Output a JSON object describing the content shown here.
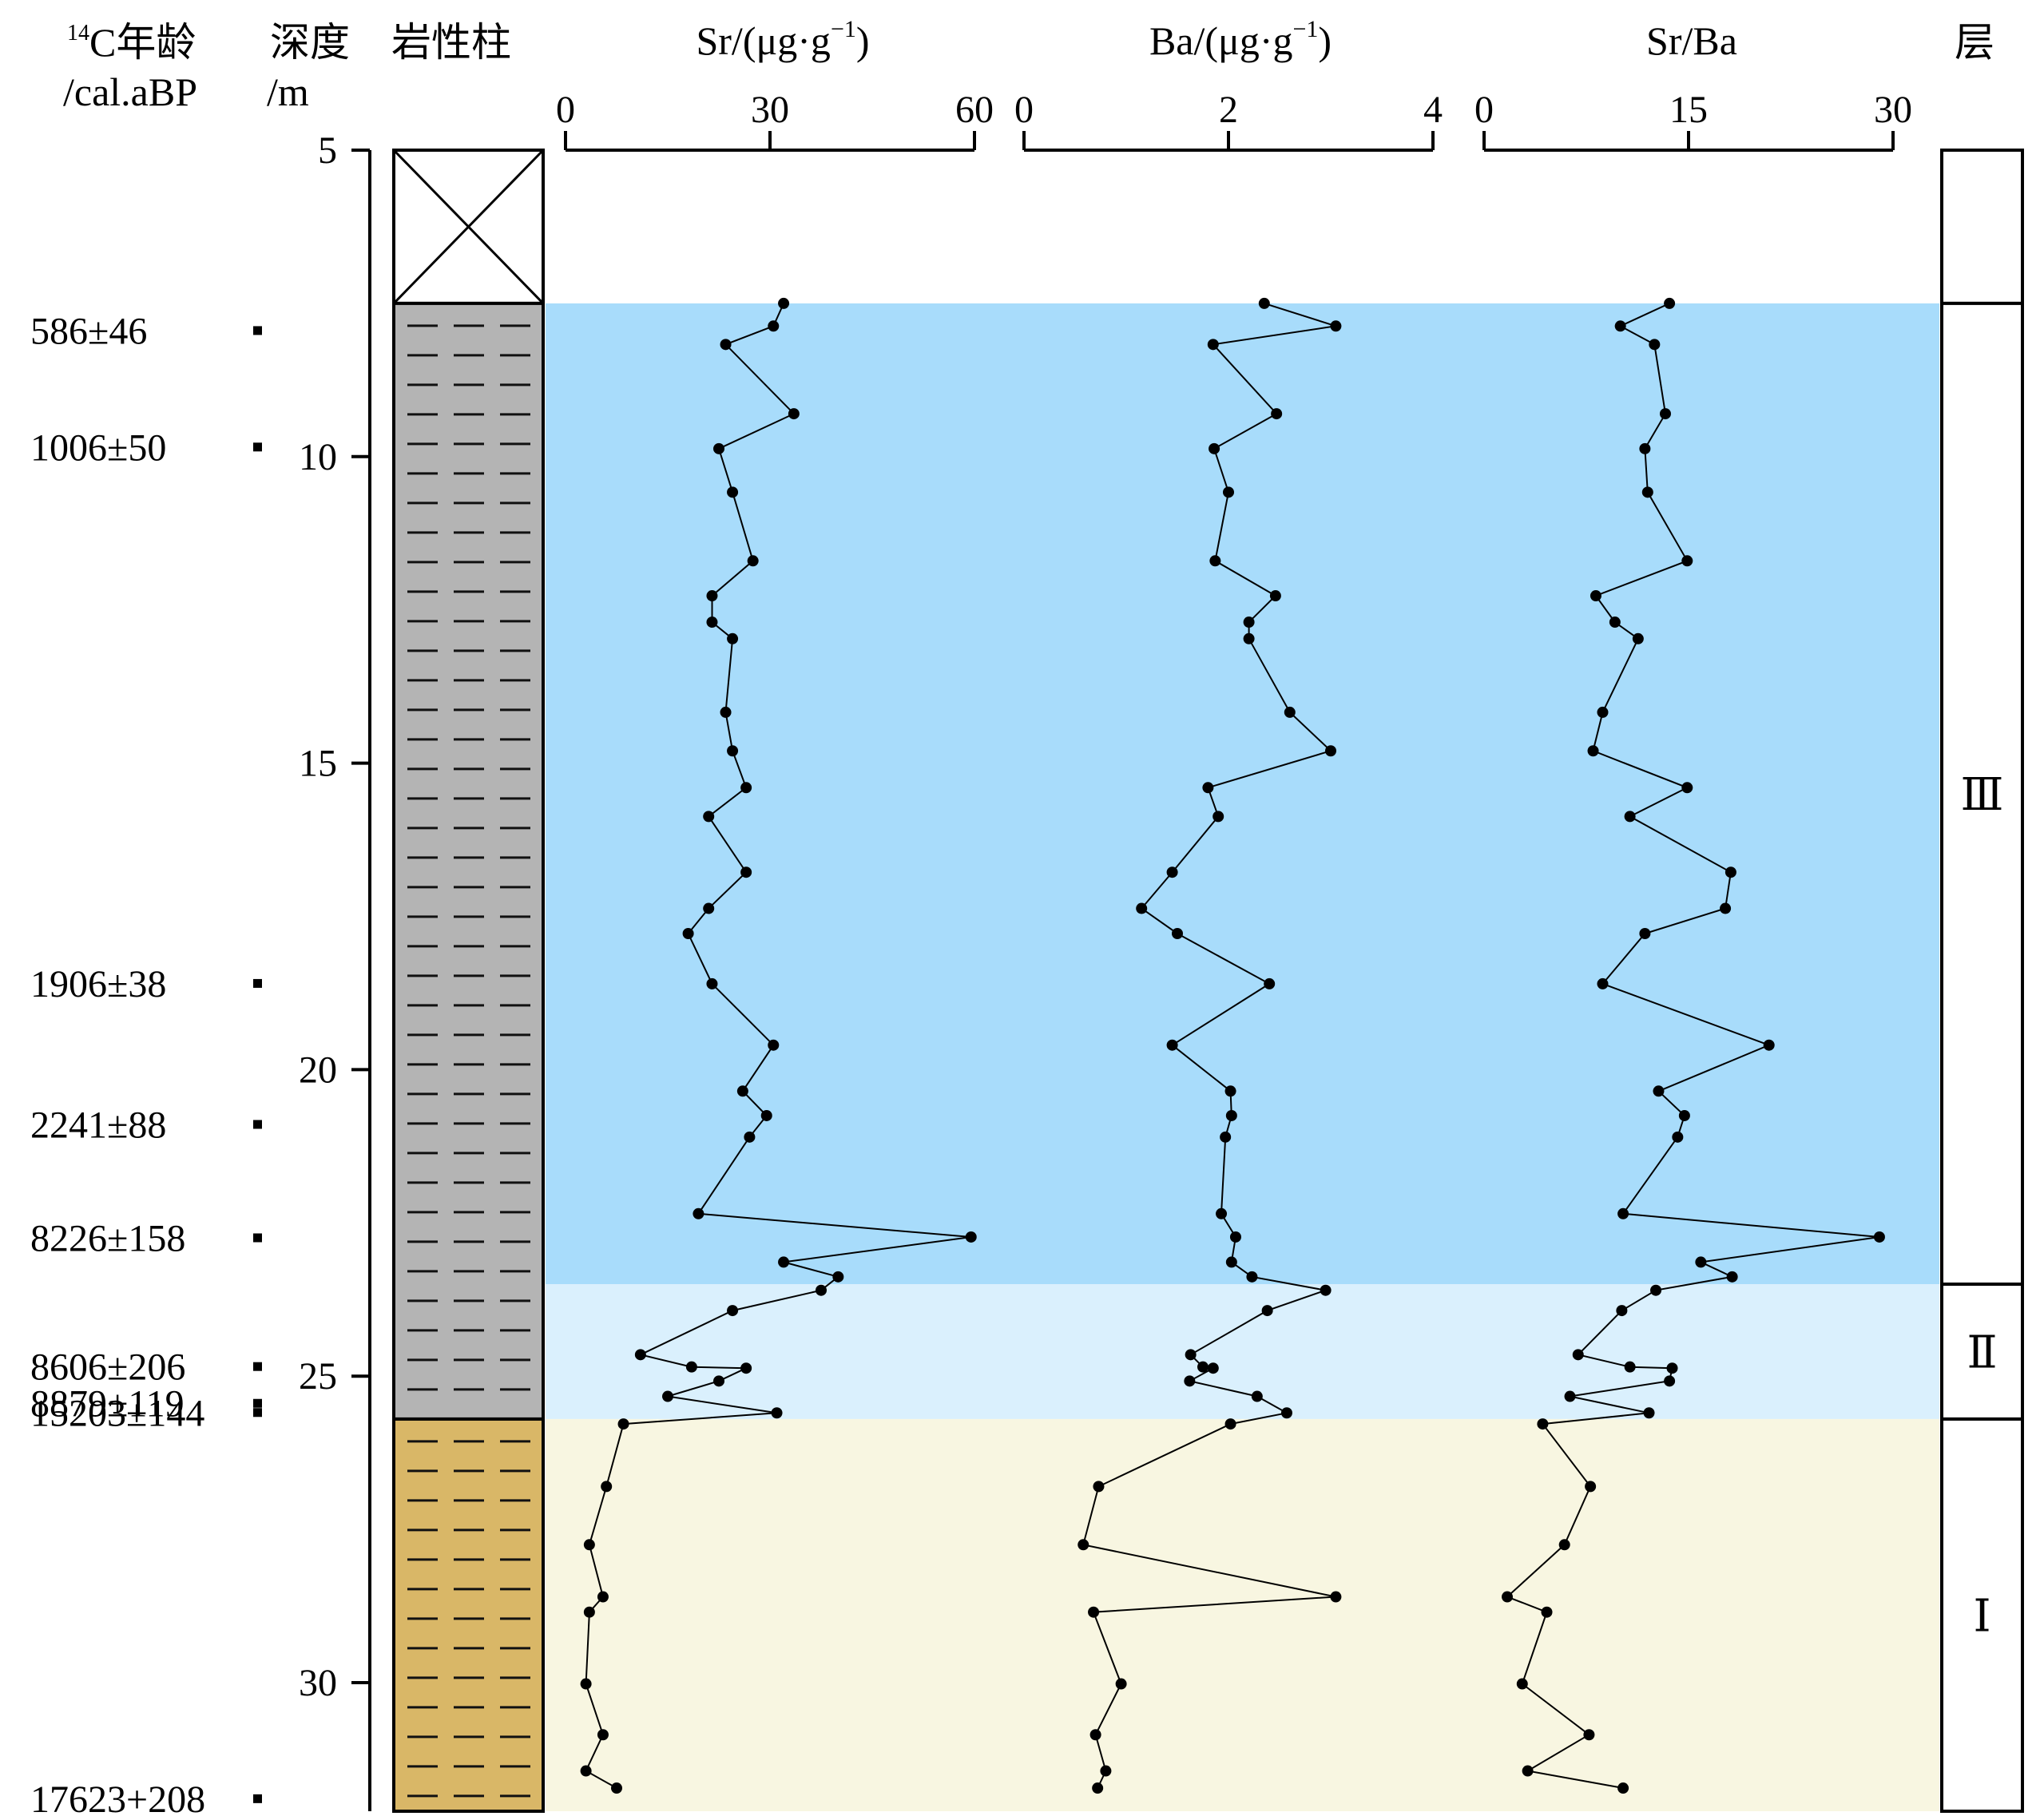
{
  "colors": {
    "unit_III_bg": "#a8dcfb",
    "unit_II_bg": "#daf0fd",
    "unit_I_bg": "#f8f6e1",
    "gray_column": "#b4b4b4",
    "tan_column": "#d9b767",
    "line": "#000000"
  },
  "headers": {
    "age_line1_sup": "14",
    "age_line1": "C年龄",
    "age_line2": "/cal.aBP",
    "depth_line1": "深度",
    "depth_line2": "/m",
    "lithology": "岩性柱",
    "layer": "层"
  },
  "chart_data": {
    "type": "line",
    "depth_axis": {
      "ticks": [
        "5",
        "10",
        "15",
        "20",
        "25",
        "30"
      ],
      "range": [
        5,
        32.1
      ],
      "inverted": true
    },
    "ages": [
      {
        "label": "586±46",
        "depth": 7.95
      },
      {
        "label": "1006±50",
        "depth": 9.85
      },
      {
        "label": "1906±38",
        "depth": 18.6
      },
      {
        "label": "2241±88",
        "depth": 20.9
      },
      {
        "label": "8226±158",
        "depth": 22.75
      },
      {
        "label": "8606±206",
        "depth": 24.85
      },
      {
        "label": "8879±119",
        "depth": 25.45
      },
      {
        "label": "15203±144",
        "depth": 25.6
      },
      {
        "label": "17623+208",
        "depth": 31.9
      }
    ],
    "units": [
      {
        "label": "Ⅲ",
        "top": 7.5,
        "bottom": 23.5
      },
      {
        "label": "Ⅱ",
        "top": 23.5,
        "bottom": 25.7
      },
      {
        "label": "Ⅰ",
        "top": 25.7,
        "bottom": 32.1
      }
    ],
    "lithology": [
      {
        "type": "unsampled",
        "top": 5,
        "bottom": 7.5
      },
      {
        "type": "gray-silty-clay",
        "top": 7.5,
        "bottom": 25.7
      },
      {
        "type": "tan-silty-clay",
        "top": 25.7,
        "bottom": 32.1
      }
    ],
    "panels": [
      {
        "name": "Sr",
        "title": "Sr/(μg·g",
        "title_sup": "−1",
        "title_end": ")",
        "xlim": [
          0,
          60
        ],
        "ticks": [
          "0",
          "30",
          "60"
        ],
        "depths": [
          7.5,
          7.87,
          8.17,
          9.3,
          9.87,
          10.58,
          11.7,
          12.27,
          12.7,
          12.97,
          14.17,
          14.8,
          15.4,
          15.87,
          16.78,
          17.37,
          17.78,
          18.6,
          19.6,
          20.35,
          20.75,
          21.1,
          22.35,
          22.73,
          23.14,
          23.38,
          23.6,
          23.93,
          24.65,
          24.85,
          24.87,
          25.08,
          25.33,
          25.6,
          25.78,
          26.8,
          27.75,
          28.6,
          28.85,
          30.02,
          30.85,
          31.44,
          31.72
        ],
        "values": [
          32,
          30.5,
          23.5,
          33.5,
          22.5,
          24.5,
          27.5,
          21.5,
          21.5,
          24.5,
          23.5,
          24.5,
          26.5,
          21,
          26.5,
          21,
          18,
          21.5,
          30.5,
          26,
          29.5,
          27,
          19.5,
          59.5,
          32,
          40,
          37.5,
          24.5,
          11,
          18.5,
          26.5,
          22.5,
          15,
          31,
          8.5,
          6,
          3.5,
          5.5,
          3.5,
          3,
          5.5,
          3,
          7.5
        ]
      },
      {
        "name": "Ba",
        "title": "Ba/(μg·g",
        "title_sup": "−1",
        "title_end": ")",
        "xlim": [
          0,
          4
        ],
        "ticks": [
          "0",
          "2",
          "4"
        ],
        "depths": [
          7.5,
          7.87,
          8.17,
          9.3,
          9.87,
          10.58,
          11.7,
          12.27,
          12.7,
          12.97,
          14.17,
          14.8,
          15.4,
          15.87,
          16.78,
          17.37,
          17.78,
          18.6,
          19.6,
          20.35,
          20.75,
          21.1,
          22.35,
          22.73,
          23.14,
          23.38,
          23.6,
          23.93,
          24.65,
          24.85,
          24.87,
          25.08,
          25.33,
          25.6,
          25.78,
          26.8,
          27.75,
          28.6,
          28.85,
          30.02,
          30.85,
          31.44,
          31.72
        ],
        "values": [
          2.35,
          3.05,
          1.85,
          2.47,
          1.86,
          2.0,
          1.87,
          2.46,
          2.2,
          2.2,
          2.6,
          3.0,
          1.8,
          1.9,
          1.45,
          1.15,
          1.5,
          2.4,
          1.45,
          2.02,
          2.03,
          1.97,
          1.93,
          2.07,
          2.03,
          2.23,
          2.95,
          2.38,
          1.63,
          1.75,
          1.85,
          1.62,
          2.28,
          2.57,
          2.02,
          0.73,
          0.58,
          3.05,
          0.68,
          0.95,
          0.7,
          0.8,
          0.72
        ]
      },
      {
        "name": "SrBa",
        "title": "Sr/Ba",
        "xlim": [
          0,
          30
        ],
        "ticks": [
          "0",
          "15",
          "30"
        ],
        "depths": [
          7.5,
          7.87,
          8.17,
          9.3,
          9.87,
          10.58,
          11.7,
          12.27,
          12.7,
          12.97,
          14.17,
          14.8,
          15.4,
          15.87,
          16.78,
          17.37,
          17.78,
          18.6,
          19.6,
          20.35,
          20.75,
          21.1,
          22.35,
          22.73,
          23.14,
          23.38,
          23.6,
          23.93,
          24.65,
          24.85,
          24.87,
          25.08,
          25.33,
          25.6,
          25.78,
          26.8,
          27.75,
          28.6,
          28.85,
          30.02,
          30.85,
          31.44,
          31.72
        ],
        "values": [
          13.6,
          10,
          12.5,
          13.3,
          11.8,
          12,
          14.9,
          8.2,
          9.6,
          11.3,
          8.7,
          8,
          14.9,
          10.7,
          18.1,
          17.7,
          11.8,
          8.7,
          20.9,
          12.8,
          14.7,
          14.2,
          10.2,
          29,
          15.9,
          18.2,
          12.6,
          10.1,
          6.9,
          10.7,
          13.8,
          13.6,
          6.3,
          12.1,
          4.3,
          7.8,
          5.9,
          1.7,
          4.6,
          2.8,
          7.7,
          3.2,
          10.2
        ]
      }
    ]
  }
}
